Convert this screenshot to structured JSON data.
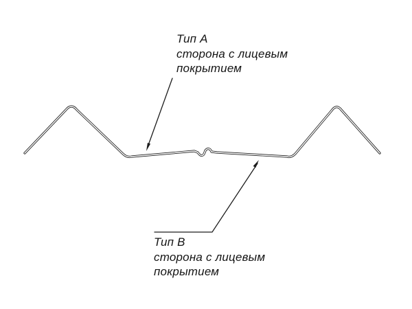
{
  "drawing": {
    "background_color": "#ffffff",
    "line_color": "#1c1c1c"
  },
  "labels": {
    "type_a": {
      "title": "Тип А",
      "line1": "сторона с лицевым",
      "line2": "покрытием"
    },
    "type_b": {
      "title": "Тип В",
      "line1": "сторона с лицевым",
      "line2": "покрытием"
    }
  }
}
